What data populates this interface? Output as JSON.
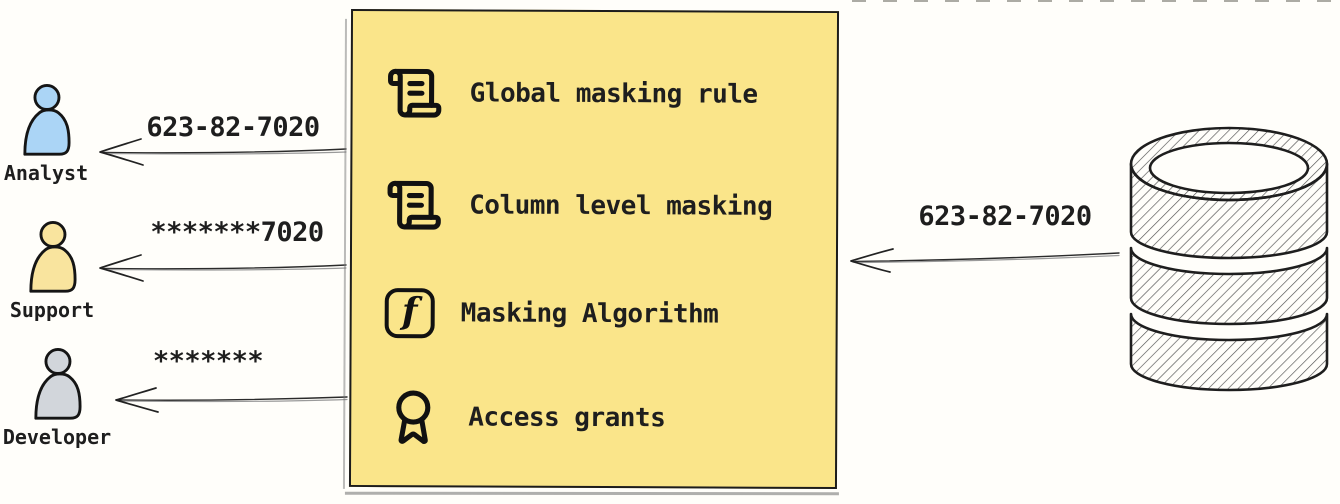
{
  "background": "#fffefa",
  "consumers": [
    {
      "name": "Analyst",
      "received_value": "623-82-7020",
      "color": "#abd5f6"
    },
    {
      "name": "Support",
      "received_value": "*******7020",
      "color": "#f9e49e"
    },
    {
      "name": "Developer",
      "received_value": "*******",
      "color": "#d2d6db"
    }
  ],
  "masking_box": {
    "background": "#fae58a",
    "items": [
      {
        "icon": "scroll-text-icon",
        "label": "Global masking rule"
      },
      {
        "icon": "scroll-text-icon",
        "label": "Column level masking"
      },
      {
        "icon": "function-icon",
        "label": "Masking Algorithm",
        "glyph": "f"
      },
      {
        "icon": "award-icon",
        "label": "Access grants"
      }
    ]
  },
  "database": {
    "icon": "database-icon",
    "outgoing_value": "623-82-7020"
  }
}
